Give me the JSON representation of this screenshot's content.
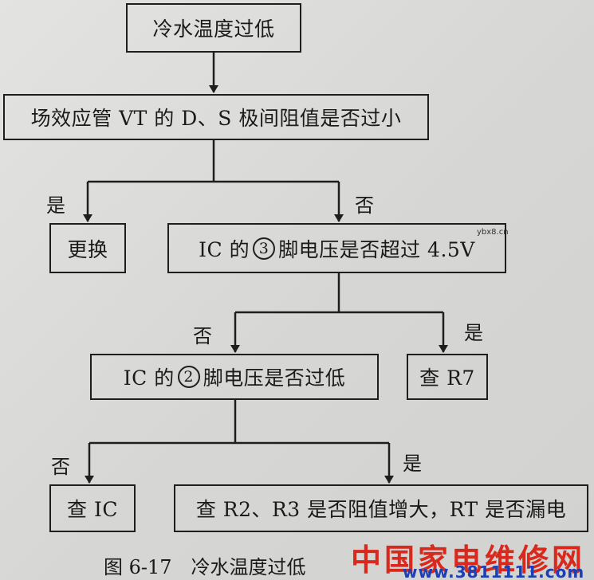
{
  "nodes": {
    "start": "冷水温度过低",
    "q1": "场效应管 VT 的 D、S 极间阻值是否过小",
    "replace": "更换",
    "q2": {
      "pre": "IC 的",
      "num": "3",
      "post": "脚电压是否超过 4.5V"
    },
    "q3": {
      "pre": "IC 的",
      "num": "2",
      "post": "脚电压是否过低"
    },
    "check_r7": "查 R7",
    "check_ic": "查 IC",
    "check_r2r3": "查 R2、R3 是否阻值增大，RT 是否漏电"
  },
  "labels": {
    "yes": "是",
    "no": "否"
  },
  "caption": "图 6-17　冷水温度过低",
  "watermark": {
    "site_cn": "中国家电维修网",
    "url": "www.3811111.com",
    "small": "ybx8.cn"
  }
}
